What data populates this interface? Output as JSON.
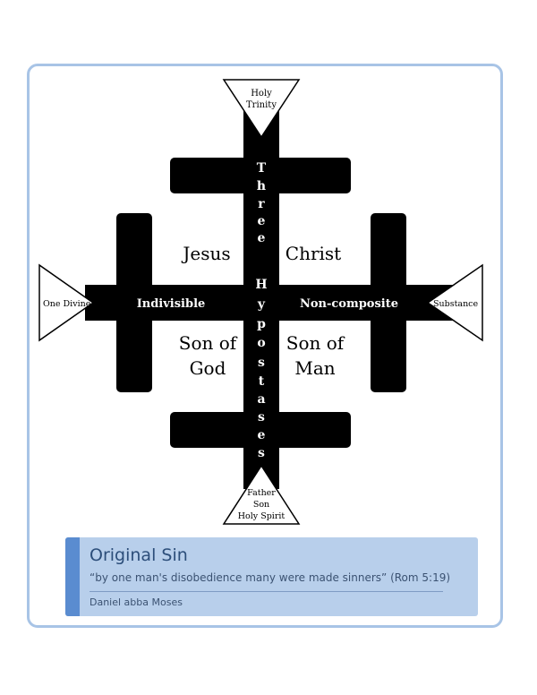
{
  "diagram": {
    "top_triangle": [
      "Holy",
      "Trinity"
    ],
    "vertical_text": [
      "T",
      "h",
      "r",
      "e",
      "e",
      "H",
      "y",
      "p",
      "o",
      "s",
      "t",
      "a",
      "s",
      "e",
      "s"
    ],
    "left_triangle": "One Divine",
    "right_triangle": "Substance",
    "bottom_triangle": [
      "Father",
      "Son",
      "Holy Spirit"
    ],
    "horizontal_left": "Indivisible",
    "horizontal_right": "Non-composite",
    "quadrant_top_left": "Jesus",
    "quadrant_top_right": "Christ",
    "quadrant_bottom_left": [
      "Son of",
      "God"
    ],
    "quadrant_bottom_right": [
      "Son of",
      "Man"
    ]
  },
  "banner": {
    "title": "Original Sin",
    "subtitle": "“by one man's disobedience many were made sinners” (Rom 5:19)",
    "author": "Daniel abba Moses"
  },
  "colors": {
    "frame_border": "#a8c4e6",
    "banner_fill": "#b8cfeb",
    "banner_accent": "#5a8cd0",
    "cross_fill": "#000000"
  }
}
